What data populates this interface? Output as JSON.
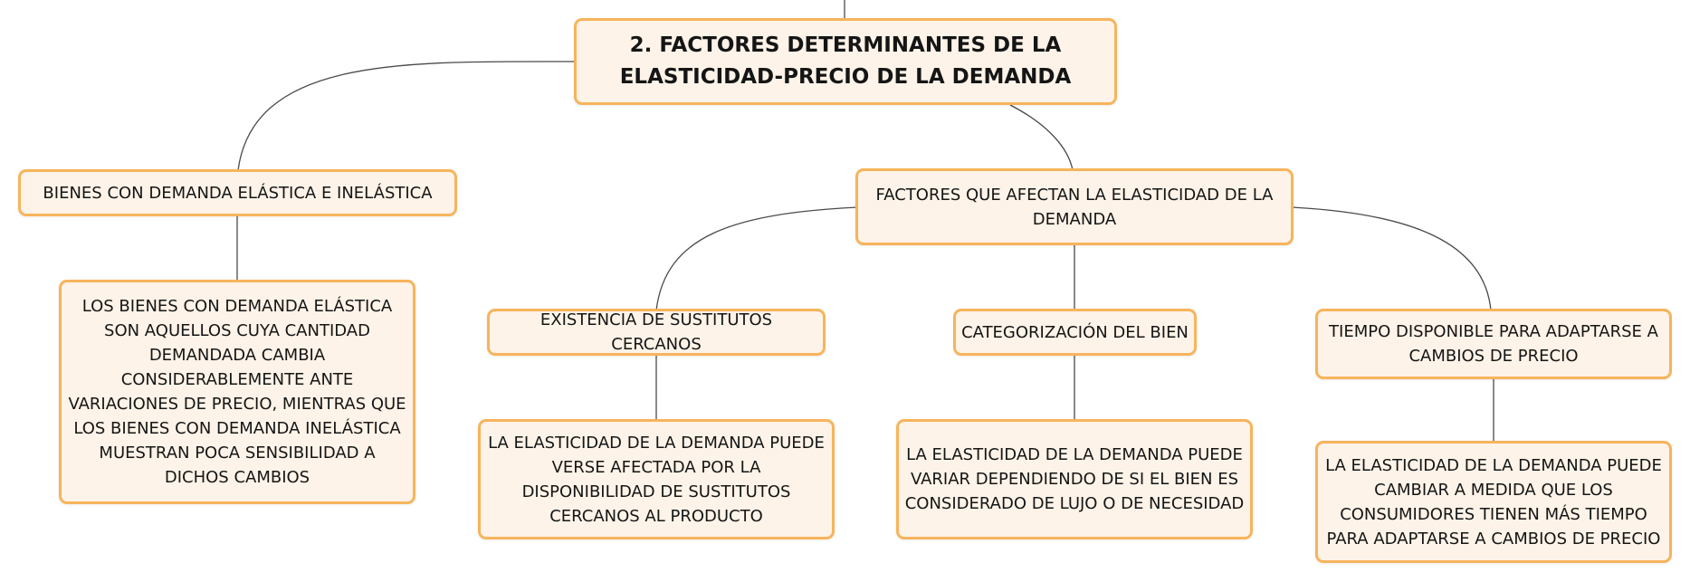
{
  "diagram": {
    "root": {
      "label": "2. FACTORES DETERMINANTES DE LA ELASTICIDAD-PRECIO DE LA DEMANDA"
    },
    "bienes": {
      "label": "BIENES CON DEMANDA ELÁSTICA E INELÁSTICA",
      "detail": "LOS BIENES CON DEMANDA ELÁSTICA SON AQUELLOS CUYA CANTIDAD DEMANDADA CAMBIA CONSIDERABLEMENTE ANTE VARIACIONES DE PRECIO, MIENTRAS QUE LOS BIENES CON DEMANDA INELÁSTICA MUESTRAN POCA SENSIBILIDAD A DICHOS CAMBIOS"
    },
    "factores": {
      "label": "FACTORES QUE AFECTAN LA ELASTICIDAD DE LA DEMANDA",
      "children": [
        {
          "label": "EXISTENCIA DE SUSTITUTOS CERCANOS",
          "detail": "LA ELASTICIDAD DE LA DEMANDA PUEDE VERSE AFECTADA POR LA DISPONIBILIDAD DE SUSTITUTOS CERCANOS AL PRODUCTO"
        },
        {
          "label": "CATEGORIZACIÓN DEL BIEN",
          "detail": "LA ELASTICIDAD DE LA DEMANDA PUEDE VARIAR DEPENDIENDO DE SI EL BIEN ES CONSIDERADO DE LUJO O DE NECESIDAD"
        },
        {
          "label": "TIEMPO DISPONIBLE PARA ADAPTARSE A CAMBIOS DE PRECIO",
          "detail": "LA ELASTICIDAD DE LA DEMANDA PUEDE CAMBIAR A MEDIDA QUE LOS CONSUMIDORES TIENEN MÁS TIEMPO PARA ADAPTARSE A CAMBIOS DE PRECIO"
        }
      ]
    },
    "colors": {
      "node_fill": "#fdf3e8",
      "node_border": "#f7b45c",
      "connector": "#4a4a4a"
    }
  }
}
